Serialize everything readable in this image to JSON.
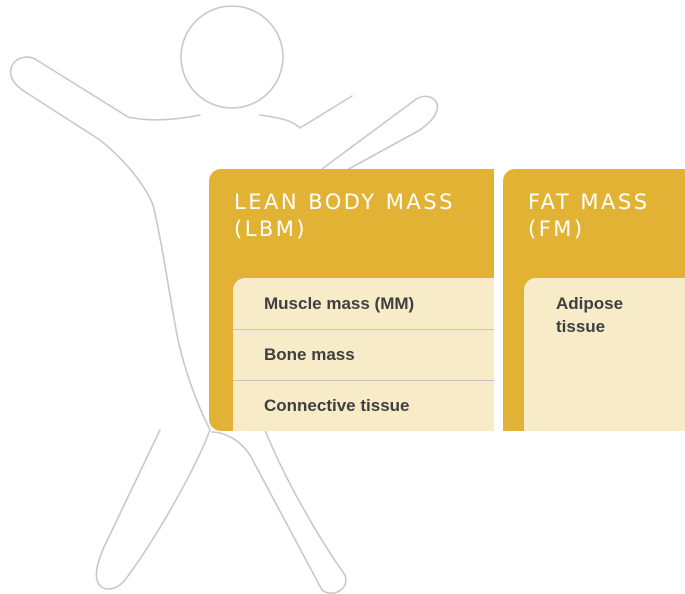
{
  "lean_body_mass": {
    "title_line1": "LEAN BODY MASS",
    "title_line2": "(LBM)",
    "components": [
      {
        "label": "Muscle mass (MM)"
      },
      {
        "label": "Bone mass"
      },
      {
        "label": "Connective tissue"
      }
    ]
  },
  "fat_mass": {
    "title_line1": "FAT MASS",
    "title_line2": "(FM)",
    "components": [
      {
        "label": "Adipose tissue"
      }
    ]
  },
  "colors": {
    "panel": "#e2b234",
    "content": "#f7ebc8",
    "figure_outline": "#c8c8c8",
    "text_dark": "#3f3f3f",
    "title_text": "#ffffff"
  },
  "icons": [
    "human-figure-icon"
  ]
}
